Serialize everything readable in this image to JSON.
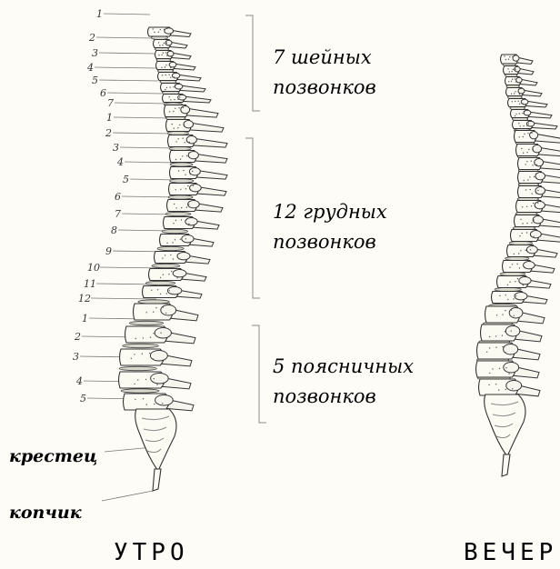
{
  "vertebra_numbers": {
    "cervical": [
      "1",
      "2",
      "3",
      "4",
      "5",
      "6",
      "7"
    ],
    "thoracic": [
      "1",
      "2",
      "3",
      "4",
      "5",
      "6",
      "7",
      "8",
      "9",
      "10",
      "11",
      "12"
    ],
    "lumbar": [
      "1",
      "2",
      "3",
      "4",
      "5"
    ]
  },
  "groups": [
    {
      "line1": "7 шейных",
      "line2": "позвонков"
    },
    {
      "line1": "12 грудных",
      "line2": "позвонков"
    },
    {
      "line1": "5 поясничных",
      "line2": "позвонков"
    }
  ],
  "labels": {
    "sacrum": "крестец",
    "coccyx": "копчик"
  },
  "captions": {
    "morning": "УТРО",
    "evening": "ВЕЧЕР"
  },
  "colors": {
    "ink": "#222222",
    "background": "#fdfcf6",
    "bracket": "#8a8a8a"
  }
}
